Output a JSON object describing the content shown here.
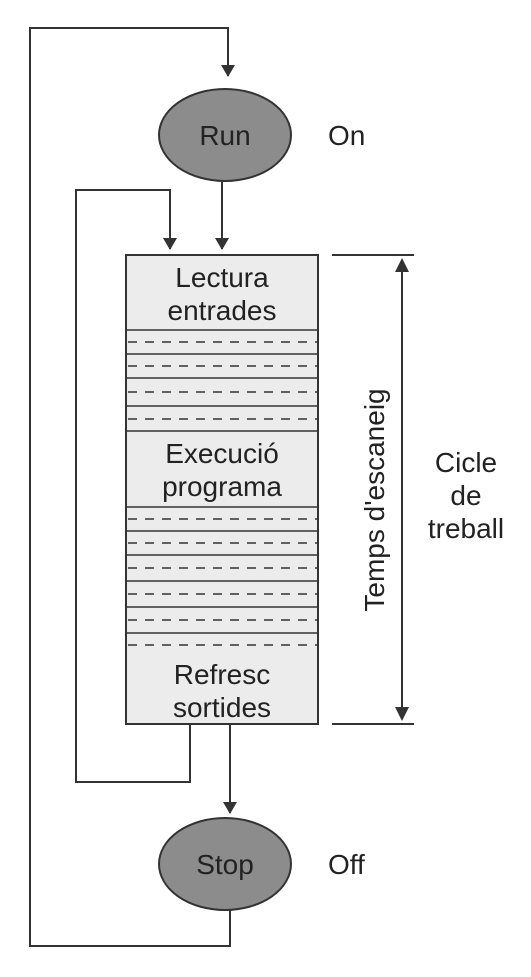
{
  "nodes": {
    "run": {
      "label": "Run",
      "state": "On"
    },
    "stop": {
      "label": "Stop",
      "state": "Off"
    }
  },
  "blocks": {
    "input_read": {
      "line1": "Lectura",
      "line2": "entrades"
    },
    "program_exec": {
      "line1": "Execució",
      "line2": "programa"
    },
    "output_refresh": {
      "line1": "Refresc",
      "line2": "sortides"
    }
  },
  "labels": {
    "scan_time": "Temps d'escaneig",
    "work_cycle": {
      "line1": "Cicle",
      "line2": "de",
      "line3": "treball"
    }
  },
  "colors": {
    "node_fill": "#8c8c8c",
    "block_fill": "#ececec",
    "stroke": "#333333"
  }
}
